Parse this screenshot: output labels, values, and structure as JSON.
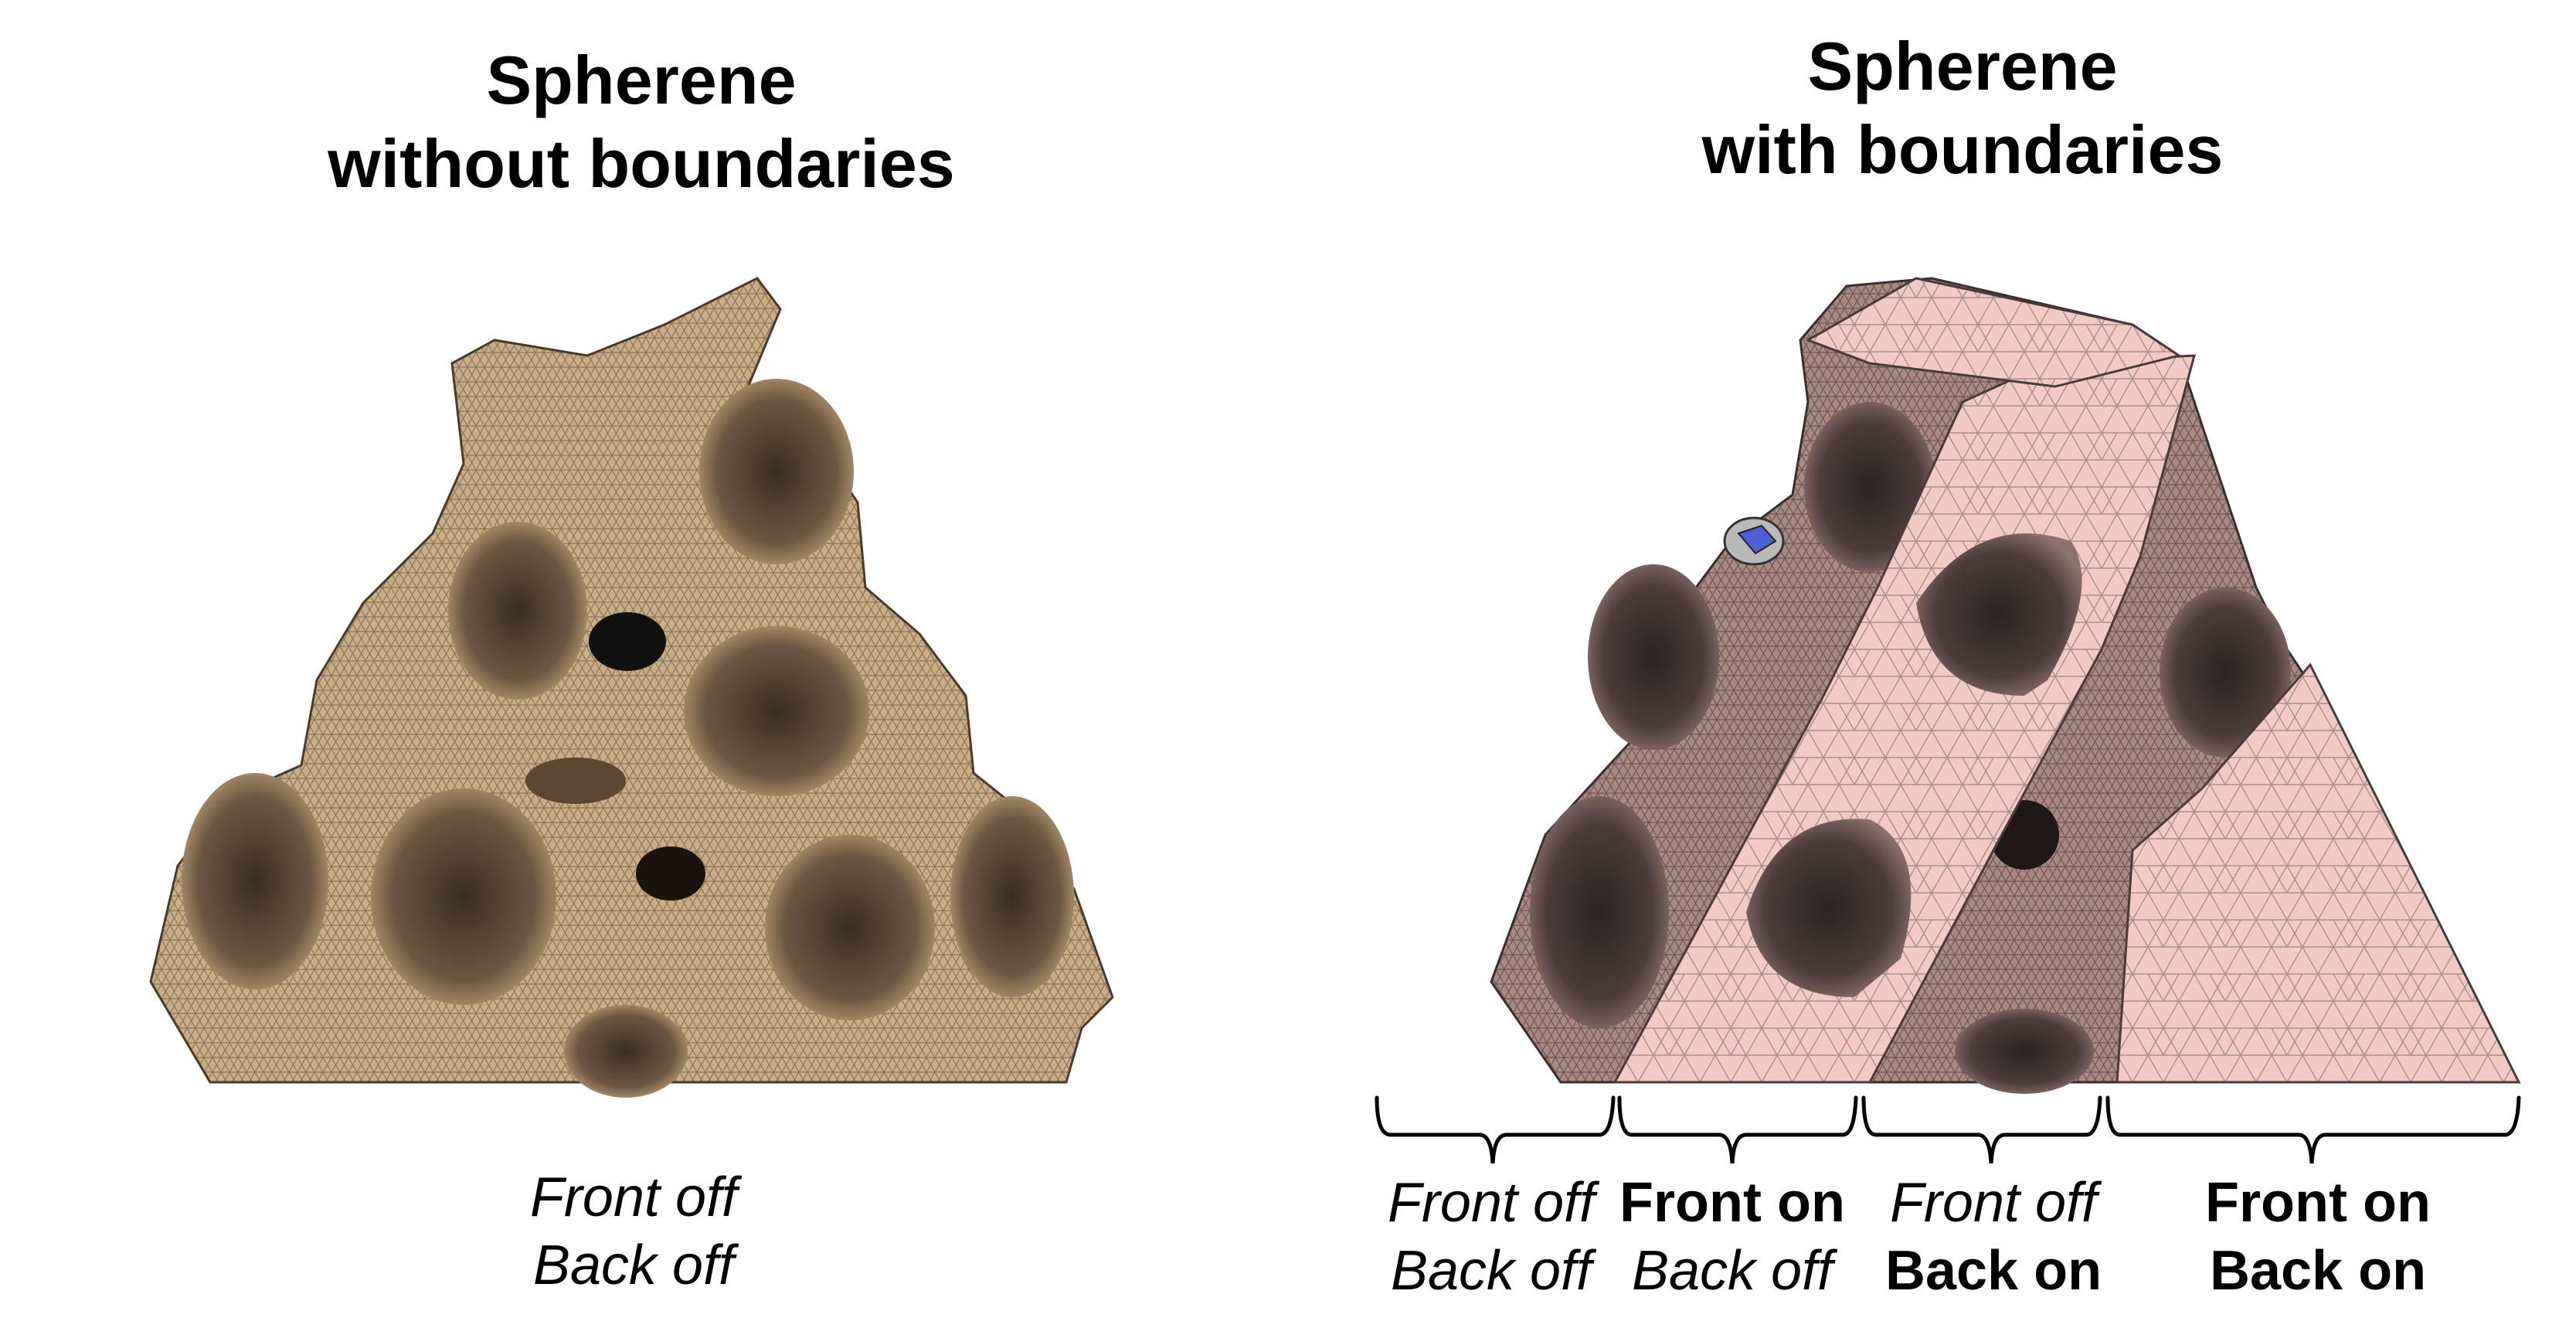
{
  "left_panel": {
    "title_line1": "Spherene",
    "title_line2": "without boundaries",
    "caption": {
      "line1": "Front off",
      "line2": "Back off"
    }
  },
  "right_panel": {
    "title_line1": "Spherene",
    "title_line2": "with boundaries",
    "segments": [
      {
        "line1": "Front off",
        "line2": "Back off",
        "front_on": false,
        "back_on": false
      },
      {
        "line1": "Front on",
        "line2": "Back off",
        "front_on": true,
        "back_on": false
      },
      {
        "line1": "Front off",
        "line2": "Back on",
        "front_on": false,
        "back_on": true
      },
      {
        "line1": "Front on",
        "line2": "Back on",
        "front_on": true,
        "back_on": true
      }
    ]
  },
  "colors": {
    "sand_mesh": "#c9ad86",
    "sand_shadow": "#6b5641",
    "pink_mesh": "#f0c9c1",
    "mauve_mesh": "#a88880",
    "mauve_shadow": "#4a3b38",
    "gizmo_blue": "#4f5fd6"
  }
}
